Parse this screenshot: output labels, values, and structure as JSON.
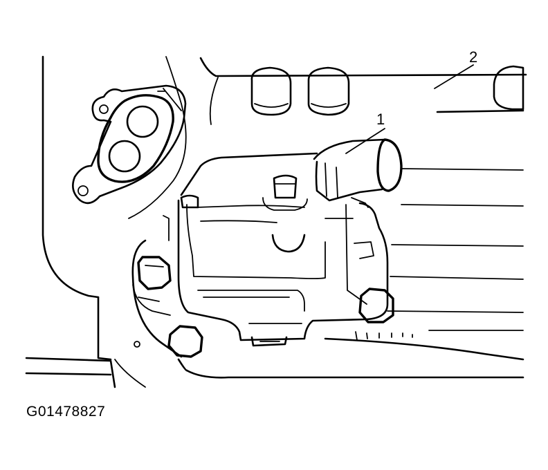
{
  "callouts": {
    "part_1": "1",
    "part_2": "2"
  },
  "figure_id": "G01478827",
  "line_color": "#000000",
  "background_color": "#ffffff"
}
